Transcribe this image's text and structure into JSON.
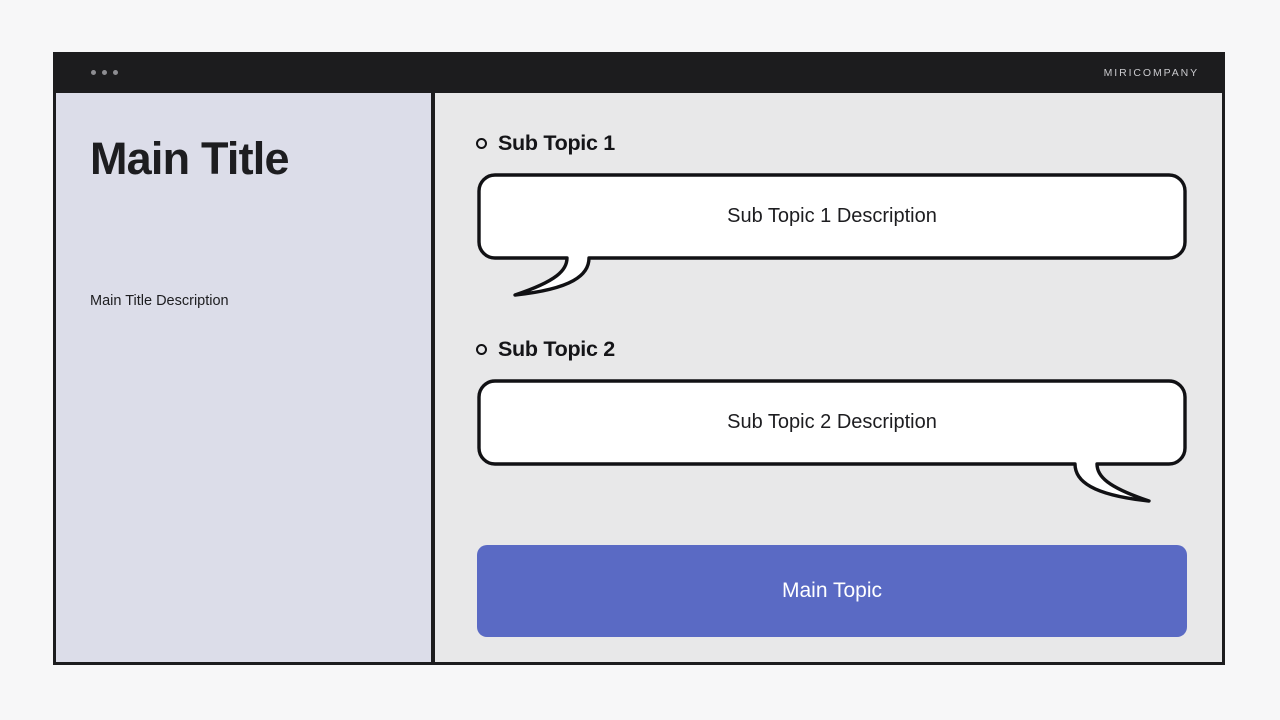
{
  "window": {
    "dots_icon": "window-dots-icon",
    "brand": "MIRICOMPANY"
  },
  "sidebar": {
    "title": "Main Title",
    "description": "Main Title Description"
  },
  "content": {
    "sections": [
      {
        "bullet_icon": "ring-bullet-icon",
        "heading": "Sub Topic 1",
        "bubble_text": "Sub Topic 1 Description",
        "tail_side": "left"
      },
      {
        "bullet_icon": "ring-bullet-icon",
        "heading": "Sub Topic 2",
        "bubble_text": "Sub Topic 2 Description",
        "tail_side": "right"
      }
    ],
    "main_topic_button": "Main Topic"
  },
  "colors": {
    "page_background": "#f7f7f8",
    "frame": "#1c1c1e",
    "sidebar_background": "#dcdde9",
    "content_background": "#e8e8e9",
    "accent_button": "#5a6ac4",
    "text_dark": "#1d1d20",
    "brand_text": "#c9c9cd",
    "bubble_fill": "#ffffff",
    "bubble_stroke": "#111114"
  }
}
